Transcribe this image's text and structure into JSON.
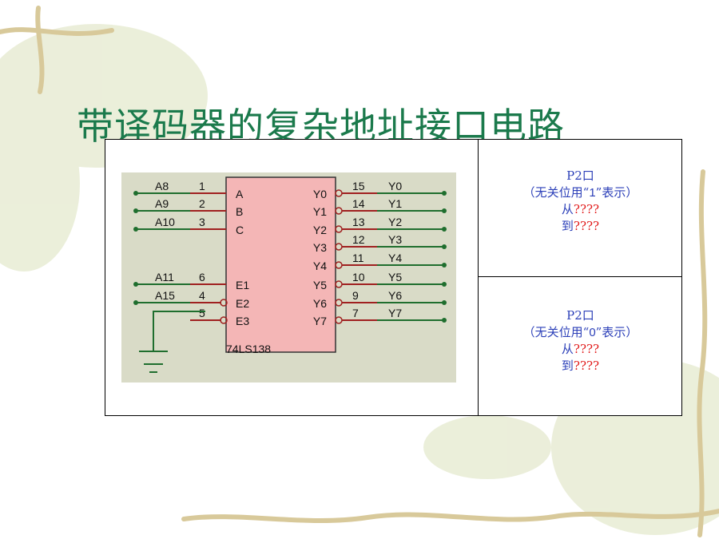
{
  "slide": {
    "title": "带译码器的复杂地址接口电路"
  },
  "schematic": {
    "chip_label": "74LS138",
    "inputs": [
      {
        "signal": "A8",
        "pin": "1",
        "port": "A"
      },
      {
        "signal": "A9",
        "pin": "2",
        "port": "B"
      },
      {
        "signal": "A10",
        "pin": "3",
        "port": "C"
      },
      {
        "signal": "A11",
        "pin": "6",
        "port": "E1"
      },
      {
        "signal": "A15",
        "pin": "4",
        "port": "E2"
      },
      {
        "signal": "",
        "pin": "5",
        "port": "E3"
      }
    ],
    "outputs": [
      {
        "port": "Y0",
        "pin": "15",
        "signal": "Y0"
      },
      {
        "port": "Y1",
        "pin": "14",
        "signal": "Y1"
      },
      {
        "port": "Y2",
        "pin": "13",
        "signal": "Y2"
      },
      {
        "port": "Y3",
        "pin": "12",
        "signal": "Y3"
      },
      {
        "port": "Y4",
        "pin": "11",
        "signal": "Y4"
      },
      {
        "port": "Y5",
        "pin": "10",
        "signal": "Y5"
      },
      {
        "port": "Y6",
        "pin": "9",
        "signal": "Y6"
      },
      {
        "port": "Y7",
        "pin": "7",
        "signal": "Y7"
      }
    ]
  },
  "panels": [
    {
      "line1": "P2口",
      "line2_pre": "（无关位用“",
      "line2_digit": "1",
      "line2_post": "”表示）",
      "line3_pre": "从",
      "line3_q": "????",
      "line4_pre": "到",
      "line4_q": "????"
    },
    {
      "line1": "P2口",
      "line2_pre": "（无关位用“",
      "line2_digit": "0",
      "line2_post": "”表示）",
      "line3_pre": "从",
      "line3_q": "????",
      "line4_pre": "到",
      "line4_q": "????"
    }
  ],
  "colors": {
    "title": "#1b7a4c",
    "wire": "#1f6e2e",
    "pin": "#a02020",
    "chip_fill": "#f4b6b6",
    "panel_text": "#2b3fb8",
    "question": "#e11b1b",
    "schematic_bg": "#d9dbc7"
  }
}
